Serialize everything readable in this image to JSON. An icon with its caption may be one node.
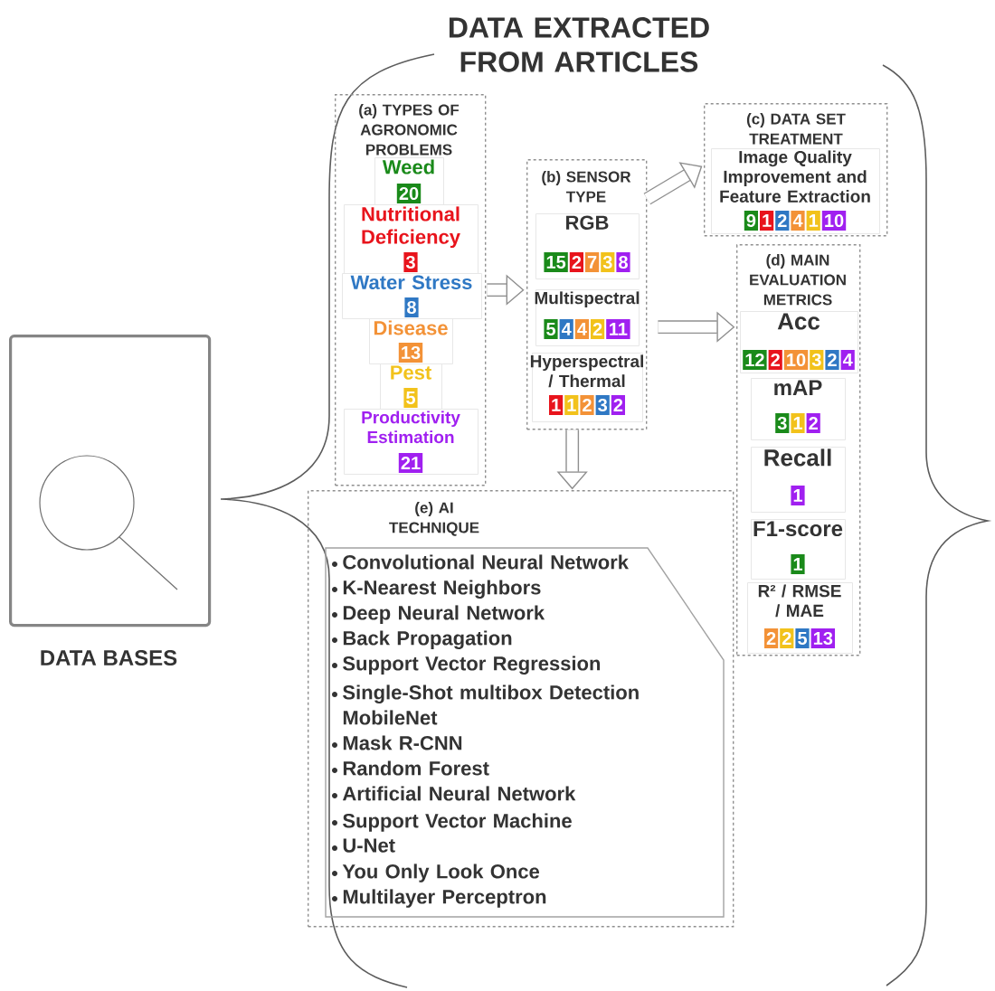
{
  "diagram": {
    "title": "DATA EXTRACTED FROM ARTICLES",
    "nodes": [
      {
        "text": [],
        "shape": "box",
        "beside": [
          "DATA BASES"
        ]
      },
      {
        "text": [
          "(a) TYPES OF AGRONOMIC PROBLEMS"
        ]
      },
      {
        "text": [
          "Weed",
          "20"
        ],
        "in": 1
      },
      {
        "text": [
          "Nutritional Deficiency",
          "3"
        ],
        "in": 1
      },
      {
        "text": [
          "Water Stress",
          "8"
        ],
        "in": 1
      },
      {
        "text": [
          "Disease",
          "13"
        ],
        "in": 1
      },
      {
        "text": [
          "Pest",
          "5"
        ],
        "in": 1
      },
      {
        "text": [
          "Productivity Estimation",
          "21"
        ],
        "in": 1
      },
      {
        "text": [
          "(b) SENSOR TYPE"
        ]
      },
      {
        "text": [
          "RGB",
          "15",
          "2",
          "7",
          "3",
          "8"
        ],
        "in": 8
      },
      {
        "text": [
          "Multispectral",
          "5",
          "4",
          "4",
          "2",
          "11"
        ],
        "in": 8
      },
      {
        "text": [
          "Hyperspectral / Thermal",
          "1",
          "1",
          "2",
          "3",
          "2"
        ],
        "in": 8
      },
      {
        "text": [
          "(c) DATA SET TREATMENT"
        ]
      },
      {
        "text": [
          "Image Quality Improvement and Feature Extraction",
          "9",
          "1",
          "2",
          "4",
          "1",
          "10"
        ],
        "in": 12
      },
      {
        "text": [
          "(d) MAIN EVALUATION METRICS"
        ]
      },
      {
        "text": [
          "Acc",
          "12",
          "2",
          "10",
          "3",
          "2",
          "4"
        ],
        "in": 14
      },
      {
        "text": [
          "mAP",
          "3",
          "1",
          "2"
        ],
        "in": 14
      },
      {
        "text": [
          "Recall",
          "1"
        ],
        "in": 14
      },
      {
        "text": [
          "F1-score",
          "1"
        ],
        "in": 14
      },
      {
        "text": [
          "R² / RMSE / MAE",
          "2",
          "2",
          "5",
          "13"
        ],
        "in": 14
      },
      {
        "text": [
          "(e) AI TECHNIQUE"
        ]
      },
      {
        "text": [
          "Convolutional Neural Network",
          "K-Nearest Neighbors",
          "Deep Neural Network",
          "Back Propagation",
          "Support Vector Regression",
          "Single-Shot multibox Detection MobileNet",
          "Mask R-CNN",
          "Random Forest",
          "Artificial Neural Network",
          "Support Vector Machine",
          "U-Net",
          "You Only Look Once",
          "Multilayer Perceptron"
        ],
        "in": 20
      }
    ],
    "edges": [
      {
        "from": 1,
        "to": 8,
        "arrow": "to"
      },
      {
        "from": 8,
        "to": 12,
        "arrow": "to"
      },
      {
        "from": 8,
        "to": 14,
        "arrow": "to"
      },
      {
        "from": 8,
        "to": 20,
        "arrow": "to"
      }
    ]
  }
}
